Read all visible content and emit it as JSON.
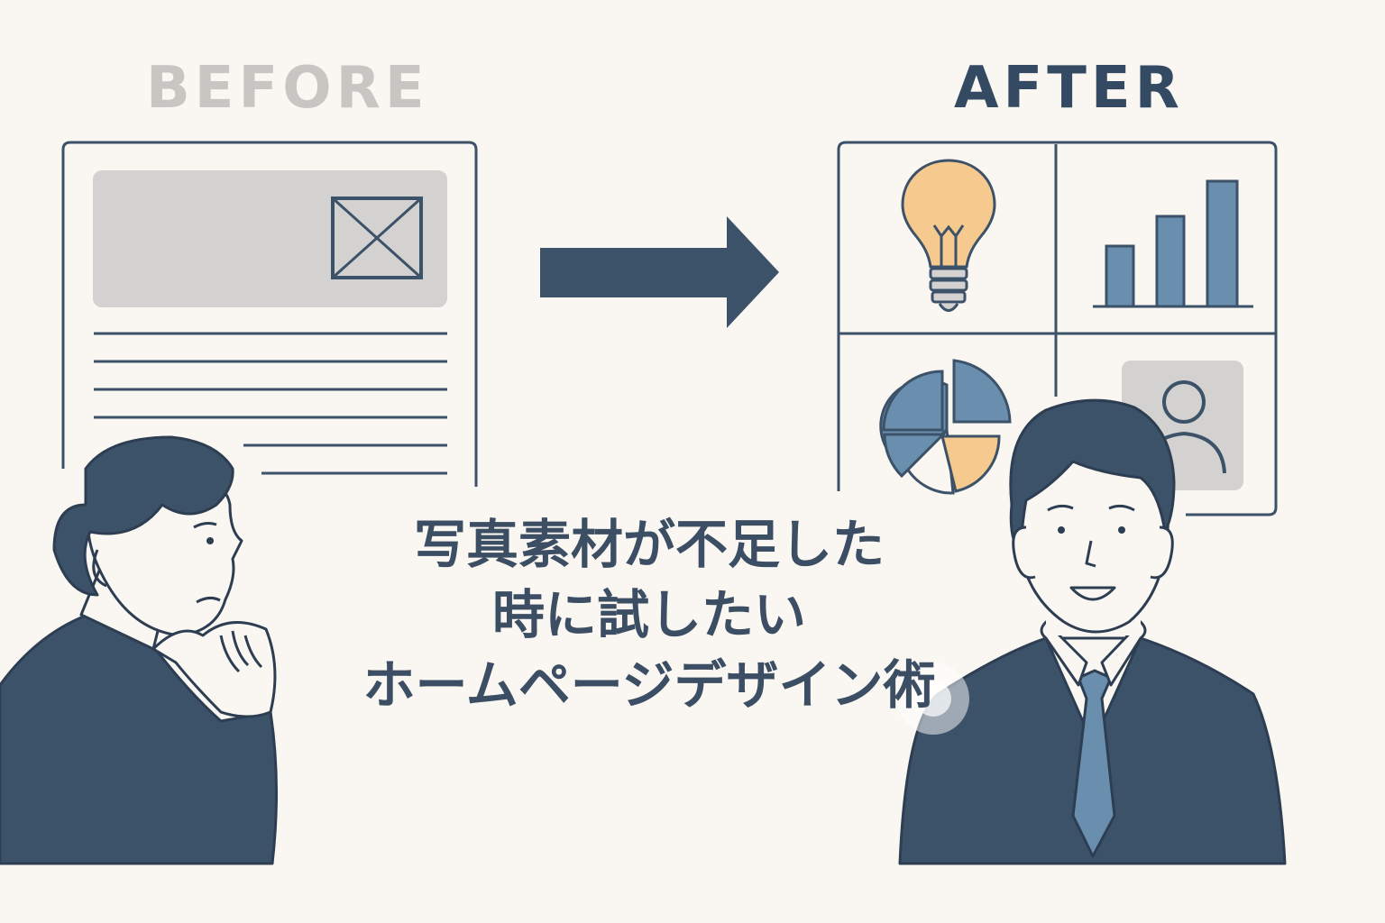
{
  "labels": {
    "before": "BEFORE",
    "after": "AFTER"
  },
  "headline": {
    "line1": "写真素材が不足した",
    "line2": "時に試したい",
    "line3": "ホームページデザイン術"
  },
  "icons": [
    "image-placeholder-icon",
    "arrow-right-icon",
    "lightbulb-icon",
    "bar-chart-icon",
    "pie-chart-icon",
    "user-profile-icon"
  ],
  "colors": {
    "background": "#faf6f1",
    "navy": "#3c5269",
    "steel_blue": "#6a8fae",
    "orange": "#f6c98e",
    "gray_block": "#d4d2d0",
    "before_text": "#c8c6c2"
  }
}
